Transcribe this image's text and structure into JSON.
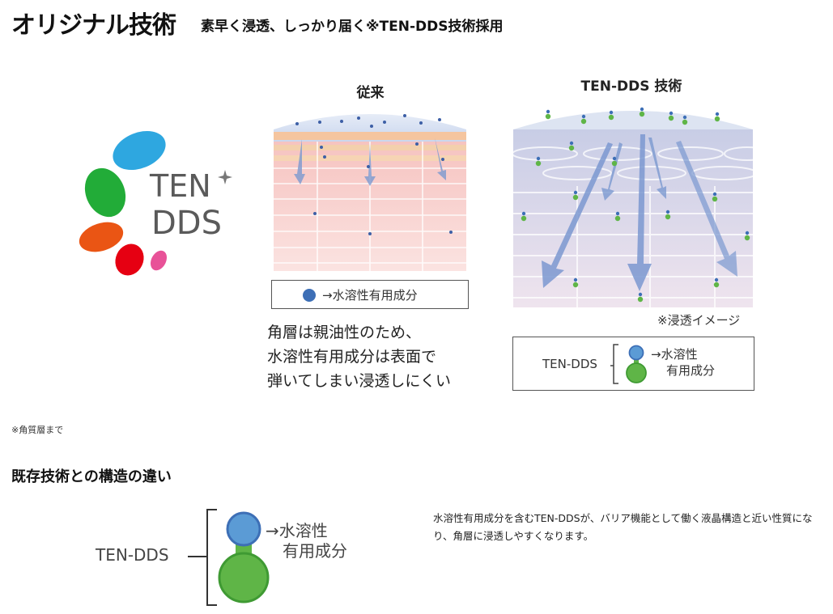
{
  "header": {
    "title": "オリジナル技術",
    "subtitle": "素早く浸透、しっかり届く※TEN-DDS技術採用"
  },
  "logo": {
    "line1": "TEN",
    "line2": "DDS",
    "colors": {
      "blue": "#2ea7e0",
      "green": "#22ac38",
      "orange": "#ea5514",
      "red": "#e60012",
      "pink": "#e85298"
    }
  },
  "conventional": {
    "title": "従来",
    "legend": "→水溶性有用成分",
    "description": [
      "角層は親油性のため、",
      "水溶性有用成分は表面で",
      "弾いてしまい浸透しにくい"
    ]
  },
  "tendds": {
    "title": "TEN-DDS 技術",
    "image_note": "※浸透イメージ",
    "legend_label": "TEN-DDS",
    "legend_line1": "→水溶性",
    "legend_line2": "有用成分"
  },
  "footnote": "※角質層まで",
  "structure": {
    "title": "既存技術との構造の違い",
    "label": "TEN-DDS",
    "line1": "→水溶性",
    "line2": "有用成分",
    "description": "水溶性有用成分を含むTEN-DDSが、バリア機能として働く液晶構造と近い性質になり、角層に浸透しやすくなります。"
  },
  "colors": {
    "molecule_blue": "#3d6fb6",
    "molecule_light_blue": "#5b9bd5",
    "molecule_green": "#5fb547",
    "arrow_blue": "#6f8fcf"
  }
}
